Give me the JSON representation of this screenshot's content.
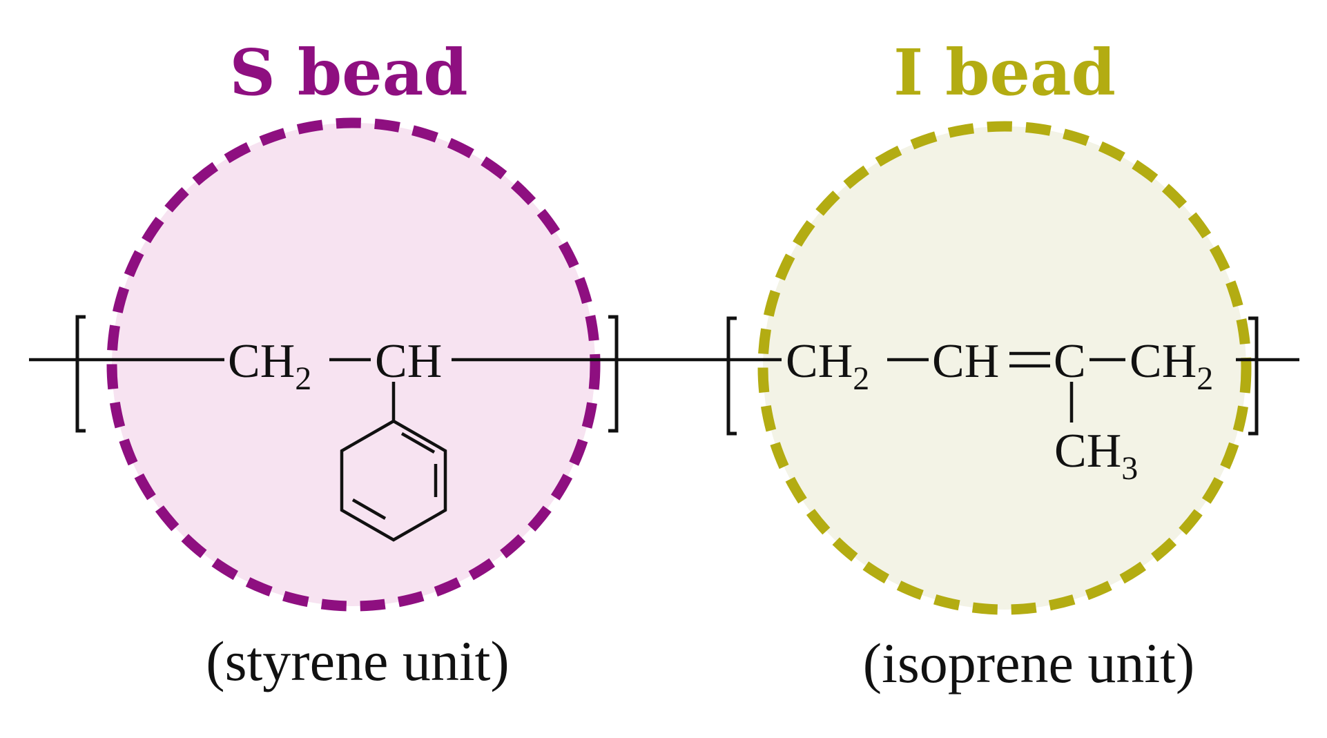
{
  "colors": {
    "s_bead_stroke": "#8e0f80",
    "s_bead_fill": "#f7e3f1",
    "i_bead_stroke": "#b3ac12",
    "i_bead_fill": "#f3f3e6",
    "bond": "#111111"
  },
  "s_bead": {
    "title": "S bead",
    "caption": "(styrene unit)",
    "ch2": "CH",
    "ch2_sub": "2",
    "ch": "CH"
  },
  "i_bead": {
    "title": "I bead",
    "caption": "(isoprene unit)",
    "ch2_left": "CH",
    "ch2_left_sub": "2",
    "ch": "CH",
    "c": "C",
    "ch2_right": "CH",
    "ch2_right_sub": "2",
    "ch3": "CH",
    "ch3_sub": "3"
  }
}
